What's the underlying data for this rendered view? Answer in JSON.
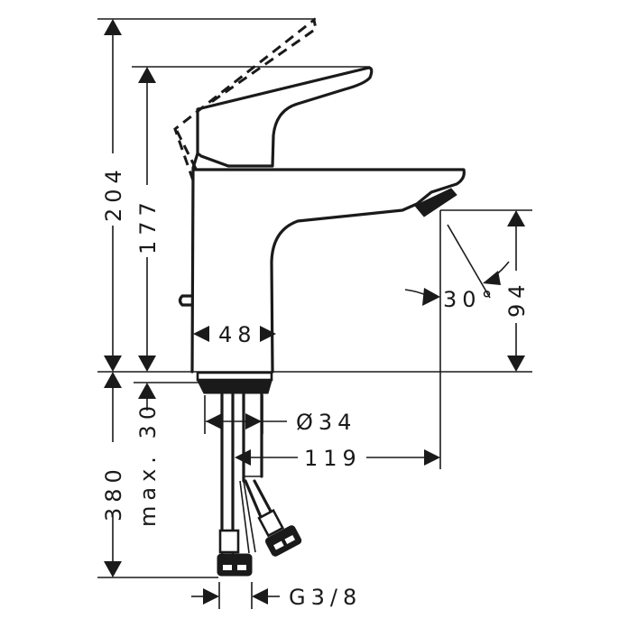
{
  "drawing": {
    "subject": "single-lever basin mixer faucet",
    "units": "mm",
    "colors": {
      "line": "#1a1a1a",
      "background": "#ffffff"
    }
  },
  "dimensions": {
    "total_height_lever_open": "204",
    "height_closed": "177",
    "body_width": "48",
    "spout_height": "94",
    "spout_angle": "30°",
    "drain_diameter": "Ø34",
    "spout_reach": "119",
    "hose_length": "380",
    "max_counter_thickness": "max. 30",
    "connection_thread": "G3/8"
  }
}
